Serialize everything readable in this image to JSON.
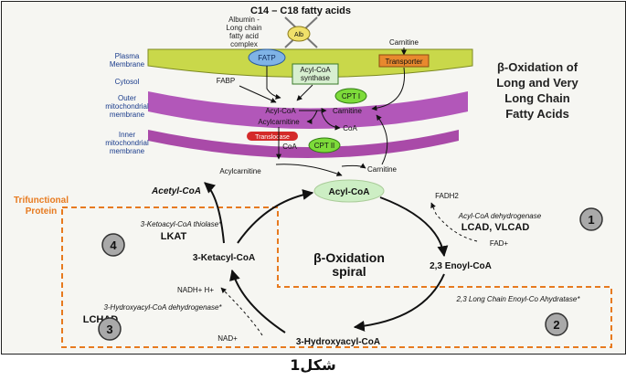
{
  "title": {
    "top": "C14 – C18 fatty acids",
    "main": [
      "β-Oxidation of",
      "Long and Very",
      "Long Chain",
      "Fatty Acids"
    ]
  },
  "albumin": {
    "label": [
      "Albumin -",
      "Long chain",
      "fatty acid",
      "complex"
    ],
    "badge": "Alb"
  },
  "membranes": {
    "plasma": [
      "Plasma",
      "Membrane"
    ],
    "cytosol": "Cytosol",
    "outer": [
      "Outer",
      "mitochondrial",
      "membrane"
    ],
    "inner": [
      "Inner",
      "mitochondrial",
      "membrane"
    ]
  },
  "proteins": {
    "fatp": "FATP",
    "synthase": [
      "Acyl-CoA",
      "synthase"
    ],
    "transporter": "Transporter",
    "carnitine_top": "Carnitine",
    "fabp": "FABP",
    "cpt1": "CPT I",
    "cpt2": "CPT II",
    "translocase": "Translocase"
  },
  "metabolites": {
    "acylcoa_cyto": "Acyl-CoA",
    "carnitine_outer": "Carnitine",
    "coa_outer": "CoA",
    "acylcarnitine_ims": "Acylcarnitine",
    "coa_matrix": "CoA",
    "acylcarnitine_matrix": "Acylcarnitine",
    "carnitine_matrix": "Carnitine",
    "acylcoa_matrix": "Acyl-CoA"
  },
  "spiral": {
    "center": [
      "β-Oxidation",
      "spiral"
    ],
    "trifunctional": [
      "Trifunctional",
      "Protein"
    ],
    "acetyl": "Acetyl-CoA",
    "ketoacyl": "3-Ketacyl-CoA",
    "enoyl": "2,3 Enoyl-CoA",
    "hydroxyacyl": "3-Hydroxyacyl-CoA",
    "fadh2": "FADH2",
    "fad": "FAD+",
    "nadh": "NADH+ H+",
    "nad": "NAD+",
    "step1_enzyme": "Acyl-CoA dehydrogenase",
    "step1_short": "LCAD, VLCAD",
    "step2_enzyme": "2,3 Long Chain Enoyl-Co Ahydratase*",
    "step3_enzyme": "3-Hydroxyacyl-CoA dehydrogenase*",
    "step3_short": "LCHAD",
    "step4_enzyme": "3-Ketoacyl-CoA thiolase*",
    "step4_short": "LKAT",
    "n1": "1",
    "n2": "2",
    "n3": "3",
    "n4": "4"
  },
  "caption": "شکل1",
  "colors": {
    "membrane_green": "#c9d84a",
    "outer_purple": "#b257b9",
    "inner_purple": "#a94aa8",
    "fatp_blue": "#7fb3e6",
    "transporter_orange": "#e8892e",
    "cpt_green": "#7ddb3a",
    "translocase_red": "#d42a2a",
    "acylcoa_green": "#cdeec4",
    "dash_orange": "#e77a1f",
    "badge_gray": "#a9a9a9"
  }
}
